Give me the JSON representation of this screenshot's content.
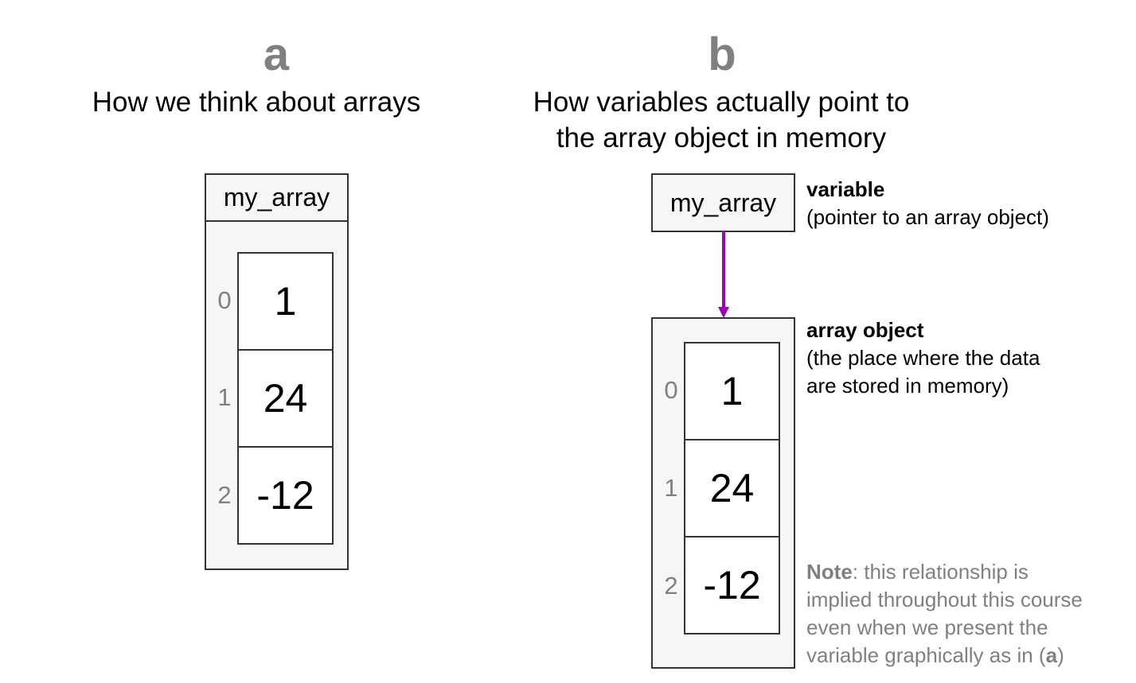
{
  "panel_a": {
    "letter": "a",
    "title": "How we think about arrays",
    "variable_name": "my_array",
    "indices": [
      "0",
      "1",
      "2"
    ],
    "values": [
      "1",
      "24",
      "-12"
    ]
  },
  "panel_b": {
    "letter": "b",
    "title_line1": "How variables actually point to",
    "title_line2": "the array object in memory",
    "variable_name": "my_array",
    "indices": [
      "0",
      "1",
      "2"
    ],
    "values": [
      "1",
      "24",
      "-12"
    ],
    "arrow_color": "#a000b4",
    "variable_annotation": {
      "heading": "variable",
      "desc": "(pointer to an array object)"
    },
    "array_annotation": {
      "heading": "array object",
      "desc_line1": "(the place where the data",
      "desc_line2": "are stored in memory)"
    },
    "note": {
      "label": "Note",
      "line1_rest": ": this relationship is",
      "line2": "implied throughout this course",
      "line3": "even when we present the",
      "line4_pre": "variable graphically as in (",
      "line4_bold": "a",
      "line4_post": ")"
    }
  }
}
